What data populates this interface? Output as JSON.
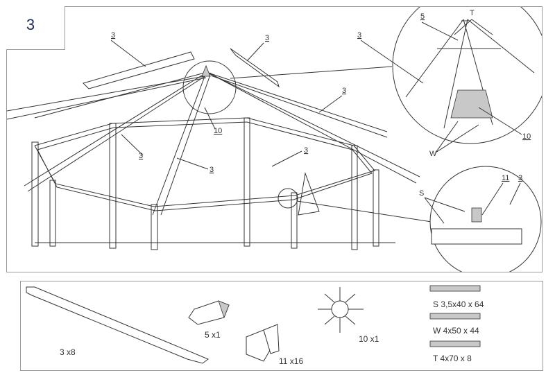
{
  "step": {
    "number": "3"
  },
  "callouts": {
    "part3": "3",
    "part5": "5",
    "part10": "10",
    "part11": "11",
    "fastener_t": "T",
    "fastener_w": "W",
    "fastener_s": "S"
  },
  "parts": [
    {
      "id": "rafter",
      "label": "3 x8"
    },
    {
      "id": "cap",
      "label": "5 x1"
    },
    {
      "id": "bracket",
      "label": "11 x16"
    },
    {
      "id": "hub",
      "label": "10 x1"
    }
  ],
  "screws": [
    {
      "id": "s",
      "label": "S 3,5x40 x 64"
    },
    {
      "id": "w",
      "label": "W 4x50 x 44"
    },
    {
      "id": "t",
      "label": "T 4x70 x 8"
    }
  ],
  "colors": {
    "frame": "#9a9a9a",
    "line": "#333333",
    "step_text": "#1d2a5a"
  }
}
